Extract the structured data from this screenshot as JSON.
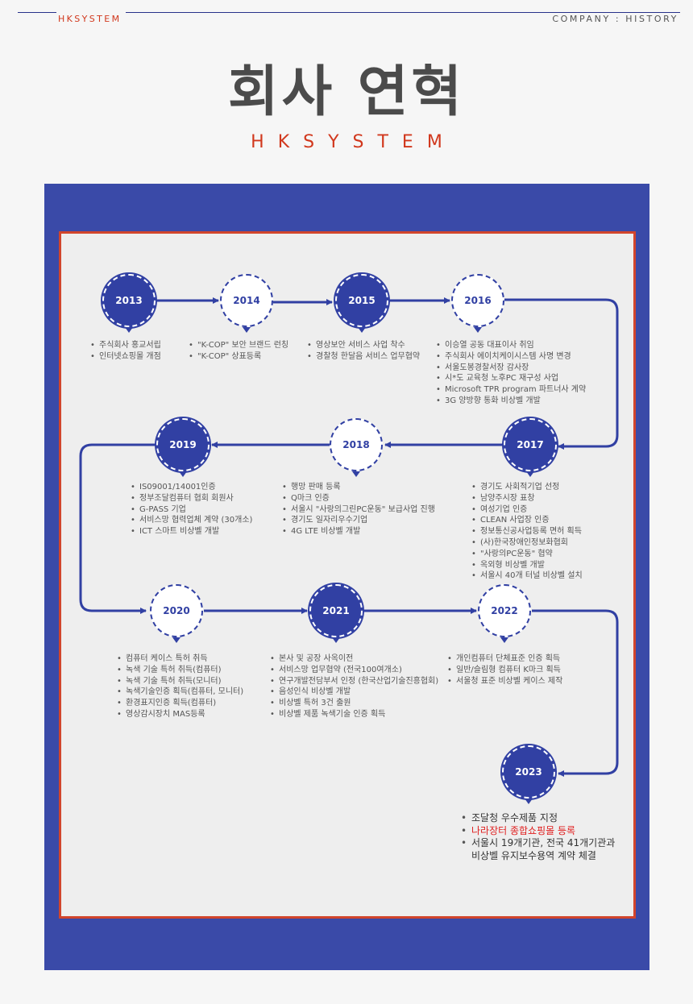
{
  "header": {
    "brand": "HKSYSTEM",
    "breadcrumb": "COMPANY : HISTORY"
  },
  "title": "회사 연혁",
  "subtitle": "HKSYSTEM",
  "colors": {
    "accent_red": "#d1381d",
    "frame_blue": "#3a4aa8",
    "node_blue": "#3140a3",
    "highlight_red": "#e02020"
  },
  "timeline": [
    {
      "year": "2013",
      "style": "filled",
      "events": [
        "주식회사 홍교서립",
        "인터넷쇼핑몰 개점"
      ]
    },
    {
      "year": "2014",
      "style": "outline",
      "events": [
        "\"K-COP\" 보안 브랜드 런칭",
        "\"K-COP\" 상표등록"
      ]
    },
    {
      "year": "2015",
      "style": "filled",
      "events": [
        "영상보안 서비스 사업 착수",
        "경찰청 한달음 서비스 업무협약"
      ]
    },
    {
      "year": "2016",
      "style": "outline",
      "events": [
        "이승열 공동 대표이사 취임",
        "주식회사 에이치케이시스템 사명 변경",
        "서울도봉경찰서장 감사장",
        "시*도 교육청 노후PC 재구성 사업",
        "Microsoft TPR program 파트너사 계약",
        "3G 양방향 통화 비상벨 개발"
      ]
    },
    {
      "year": "2017",
      "style": "filled",
      "events": [
        "경기도 사회적기업 선정",
        "남양주시장 표창",
        "여성기업 인증",
        "CLEAN 사업장 인증",
        "정보통신공사업등록 면허 획득",
        "(사)한국장애인정보화협회",
        "\"사랑의PC운동\" 협약",
        "옥외형 비상벨 개발",
        "서울시 40개 터널 비상벨 설치"
      ]
    },
    {
      "year": "2018",
      "style": "outline",
      "events": [
        "행망 판매 등록",
        "Q마크 인증",
        "서울시 \"사랑의그린PC운동\" 보급사업 진행",
        "경기도 일자리우수기업",
        "4G LTE 비상벨 개발"
      ]
    },
    {
      "year": "2019",
      "style": "filled",
      "events": [
        "IS09001/14001인증",
        "정부조달컴퓨터 협회 회원사",
        "G-PASS 기업",
        "서비스망 협력업체 계약 (30개소)",
        "ICT 스마트 비상벨 개발"
      ]
    },
    {
      "year": "2020",
      "style": "outline",
      "events": [
        "컴퓨터 케이스 특허 취득",
        "녹색 기술 특허 취득(컴퓨터)",
        "녹색 기술 특허 취득(모니터)",
        "녹색기술인증 획득(컴퓨터, 모니터)",
        "환경표지인증 획득(컴퓨터)",
        "영상감시장치 MAS등록"
      ]
    },
    {
      "year": "2021",
      "style": "filled",
      "events": [
        "본사 및 공장 사옥이전",
        "서비스망 업무협약 (전국100여개소)",
        "연구개발전담부서 인정 (한국산업기술진흥협회)",
        "음성인식 비상벨 개발",
        "비상벨 특허 3건 출원",
        "비상벨 제품 녹색기술 인증 획득"
      ]
    },
    {
      "year": "2022",
      "style": "outline",
      "events": [
        "개인컴퓨터 단체표준 인증 획득",
        "일반/슬림형 컴퓨터 K마크 획득",
        "서울청 표준 비상벨 케이스 제작"
      ]
    },
    {
      "year": "2023",
      "style": "filled",
      "events": [
        "조달청 우수제품 지정",
        "나라장터 종합쇼핑몰 등록",
        "서울시 19개기관, 전국 41개기관과",
        "비상벨 유지보수용역 계약 체결"
      ]
    }
  ]
}
